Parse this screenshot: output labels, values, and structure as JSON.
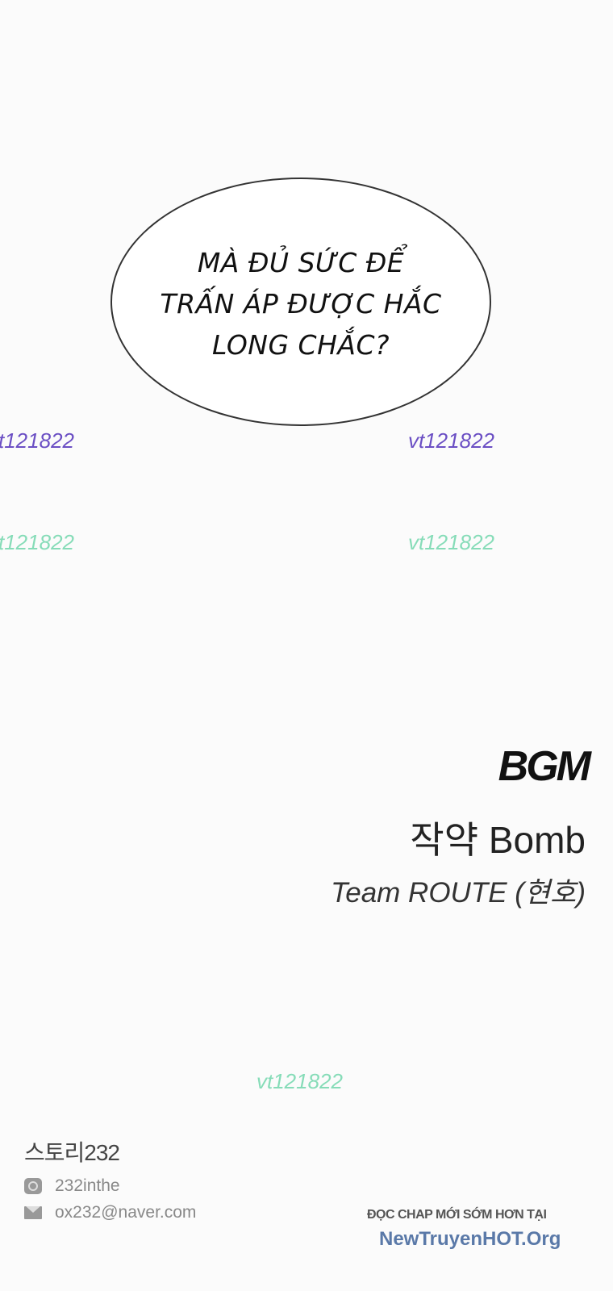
{
  "speech_bubble": {
    "text": "MÀ ĐỦ SỨC ĐỂ\nTRẤN ÁP ĐƯỢC HẮC\nLONG CHẮC?"
  },
  "watermarks": [
    "t121822",
    "vt121822",
    "t121822",
    "vt121822",
    "vt121822"
  ],
  "credits": {
    "heading": "BGM",
    "song": "작약 Bomb",
    "artist": "Team ROUTE (현호)"
  },
  "footer": {
    "brand": "스토리232",
    "instagram": {
      "icon": "instagram-icon",
      "handle": "232inthe"
    },
    "email": {
      "icon": "mail-icon",
      "address": "ox232@naver.com"
    },
    "promo_line": "ĐỌC CHAP MỚI SỚM HƠN TẠI",
    "promo_site": "NewTruyenHOT.Org"
  },
  "colors": {
    "watermark_purple": "#6b4fc4",
    "watermark_green": "#86dcb8",
    "promo_site": "#5a79a8"
  }
}
